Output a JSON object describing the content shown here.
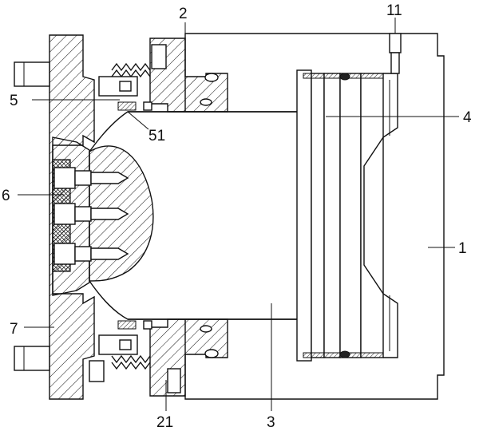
{
  "figure": {
    "labels": [
      {
        "id": "label-1",
        "text": "1"
      },
      {
        "id": "label-2",
        "text": "2"
      },
      {
        "id": "label-3",
        "text": "3"
      },
      {
        "id": "label-4",
        "text": "4"
      },
      {
        "id": "label-5",
        "text": "5"
      },
      {
        "id": "label-51",
        "text": "51"
      },
      {
        "id": "label-6",
        "text": "6"
      },
      {
        "id": "label-7",
        "text": "7"
      },
      {
        "id": "label-11",
        "text": "11"
      },
      {
        "id": "label-21",
        "text": "21"
      }
    ],
    "colors": {
      "line": "#111111",
      "background": "#ffffff"
    }
  }
}
